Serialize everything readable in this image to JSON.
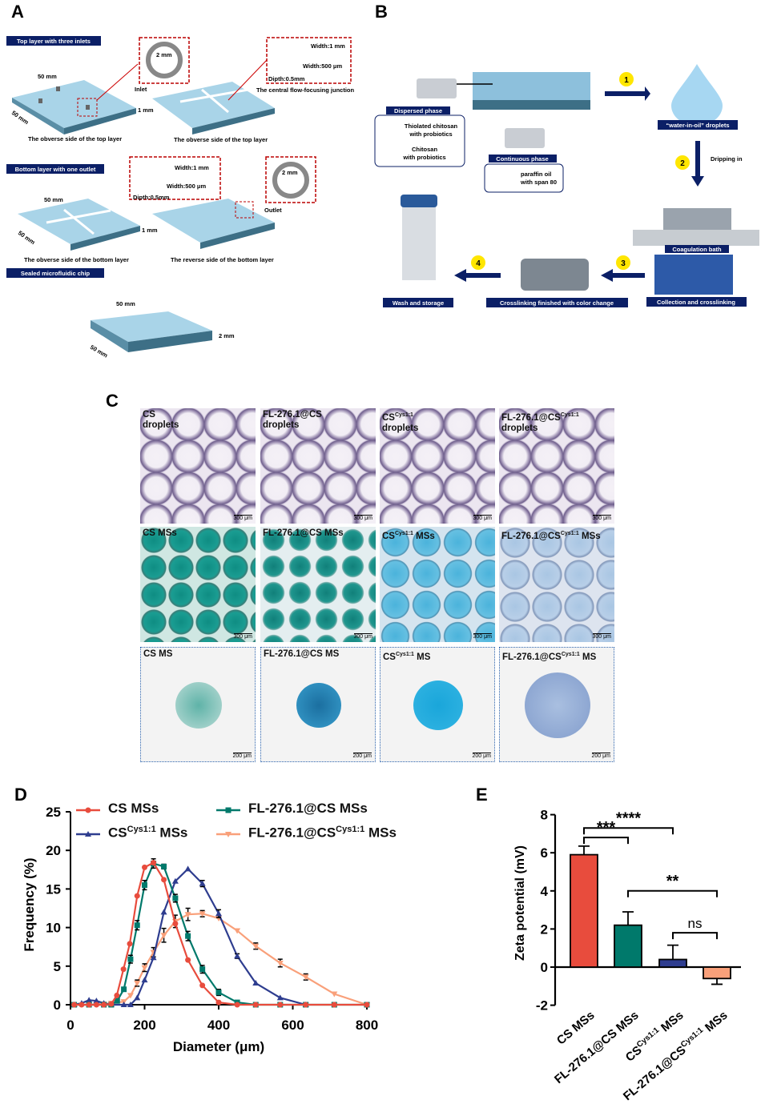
{
  "panels": {
    "a": "A",
    "b": "B",
    "c": "C",
    "d": "D",
    "e": "E"
  },
  "panel_a": {
    "top_layer_title": "Top layer with three inlets",
    "bottom_layer_title": "Bottom layer with one outlet",
    "sealed_title": "Sealed microfluidic chip",
    "dim_50": "50 mm",
    "dim_1": "1 mm",
    "dim_2mm": "2 mm",
    "inlet": "Inlet",
    "outlet": "Outlet",
    "width_1": "Width:1 mm",
    "width_500": "Width:500 μm",
    "depth": "Dipth:0.5mm",
    "junction": "The central flow-focusing  junction",
    "cap_top1": "The obverse side of the top layer",
    "cap_top2": "The obverse side of the top layer",
    "cap_bot1": "The obverse side of the bottom layer",
    "cap_bot2": "The reverse side of the bottom layer"
  },
  "panel_b": {
    "dispersed": "Dispersed phase",
    "thiolated_1": "Thiolated chitosan",
    "thiolated_2": "with probiotics",
    "chitosan_1": "Chitosan",
    "chitosan_2": "with probiotics",
    "continuous": "Continuous phase",
    "paraffin_1": "paraffin oil",
    "paraffin_2": "with span 80",
    "droplets": "“water-in-oil” droplets",
    "dripping": "Dripping in",
    "coag": "Coagulation bath",
    "collection": "Collection and crosslinking",
    "crosslink": "Crosslinking finished with color change",
    "wash": "Wash and storage",
    "steps": [
      "1",
      "2",
      "3",
      "4"
    ]
  },
  "panel_c": {
    "rows": [
      [
        {
          "t": "CS",
          "s": "",
          "t2": "droplets"
        },
        {
          "t": "FL-276.1@CS",
          "s": "",
          "t2": "droplets"
        },
        {
          "t": "CS",
          "s": "Cys1:1",
          "t2": "droplets"
        },
        {
          "t": "FL-276.1@CS",
          "s": "Cys1:1",
          "t2": "droplets"
        }
      ],
      [
        {
          "t": "CS MSs",
          "s": "",
          "t3": ""
        },
        {
          "t": "FL-276.1@CS MSs",
          "s": "",
          "t3": ""
        },
        {
          "t": "CS",
          "s": "Cys1:1",
          "t3": " MSs"
        },
        {
          "t": "FL-276.1@CS",
          "s": "Cys1:1",
          "t3": " MSs"
        }
      ],
      [
        {
          "t": "CS MS",
          "s": "",
          "t3": ""
        },
        {
          "t": "FL-276.1@CS MS",
          "s": "",
          "t3": ""
        },
        {
          "t": "CS",
          "s": "Cys1:1",
          "t3": " MS"
        },
        {
          "t": "FL-276.1@CS",
          "s": "Cys1:1",
          "t3": " MS"
        }
      ]
    ],
    "scale_300": "300 μm",
    "scale_200": "200 μm"
  },
  "colors": {
    "red": "#e84c3d",
    "teal": "#00796b",
    "navy": "#2e3d8f",
    "salmon": "#f9a07a",
    "banner": "#0b1f66"
  },
  "chart_data": [
    {
      "type": "line",
      "title": "",
      "xlabel": "Diameter (μm)",
      "ylabel": "Frequency (%)",
      "xlim": [
        0,
        800
      ],
      "ylim": [
        0,
        25
      ],
      "xticks": [
        "0",
        "200",
        "400",
        "600",
        "800"
      ],
      "yticks": [
        "0",
        "5",
        "10",
        "15",
        "20",
        "25"
      ],
      "legend": "top",
      "series": [
        {
          "name": "CS MSs",
          "sup": "",
          "suffix": "",
          "color": "#e84c3d",
          "marker": "circle",
          "x": [
            10,
            30,
            50,
            70,
            90,
            110,
            125,
            143,
            160,
            180,
            200,
            224,
            252,
            283,
            317,
            356,
            400,
            450,
            500,
            566,
            635,
            712,
            800
          ],
          "y": [
            0,
            0,
            0,
            0,
            0,
            0.1,
            1.2,
            4.6,
            7.9,
            14.1,
            17.8,
            18.4,
            16.2,
            10.5,
            5.8,
            2.5,
            0.3,
            0,
            0,
            0,
            0,
            0,
            0
          ]
        },
        {
          "name": "FL-276.1@CS MSs",
          "sup": "",
          "suffix": "",
          "color": "#00796b",
          "marker": "square",
          "x": [
            10,
            50,
            90,
            110,
            126,
            144,
            162,
            180,
            200,
            224,
            252,
            283,
            317,
            356,
            400,
            450,
            500,
            566,
            635,
            712,
            800
          ],
          "y": [
            0,
            0,
            0,
            0,
            0.5,
            2,
            5.9,
            10.3,
            15.5,
            18.3,
            17.9,
            13.8,
            8.9,
            4.6,
            1.6,
            0.3,
            0,
            0,
            0,
            0,
            0
          ],
          "err": [
            0,
            0,
            0,
            0,
            0,
            0,
            0.5,
            0.6,
            0.6,
            0.6,
            0.3,
            0.5,
            0.6,
            0.5,
            0.4,
            0,
            0,
            0,
            0,
            0,
            0
          ]
        },
        {
          "name": "CS",
          "sup": "Cys1:1",
          "suffix": " MSs",
          "color": "#2e3d8f",
          "marker": "triangle",
          "x": [
            10,
            30,
            50,
            70,
            90,
            110,
            144,
            162,
            180,
            200,
            224,
            252,
            283,
            317,
            356,
            400,
            450,
            500,
            566,
            635
          ],
          "y": [
            0,
            0.2,
            0.6,
            0.5,
            0.2,
            0,
            0,
            0,
            0.9,
            3.2,
            6.1,
            12,
            16,
            17.6,
            15.7,
            11.8,
            6.3,
            2.8,
            0.9,
            0
          ],
          "err": [
            0,
            0,
            0,
            0,
            0,
            0,
            0,
            0,
            0,
            0,
            0,
            0,
            0,
            0,
            0.4,
            0.5,
            0.3,
            0,
            0,
            0
          ]
        },
        {
          "name": "FL-276.1@CS",
          "sup": "Cys1:1",
          "suffix": " MSs",
          "color": "#f9a07a",
          "marker": "triangle-down",
          "x": [
            50,
            90,
            110,
            144,
            162,
            180,
            200,
            224,
            252,
            283,
            317,
            356,
            400,
            450,
            500,
            566,
            635,
            712,
            800
          ],
          "y": [
            0,
            0.1,
            0.2,
            0.4,
            1.2,
            2.8,
            4.8,
            6.8,
            9,
            10.8,
            11.7,
            11.8,
            11.2,
            9.6,
            7.6,
            5.4,
            3.6,
            1.4,
            0
          ],
          "err": [
            0,
            0,
            0,
            0,
            0,
            0.4,
            0.5,
            0.6,
            0.9,
            0.8,
            0.8,
            0.4,
            0,
            0,
            0.4,
            0.5,
            0.4,
            0,
            0
          ]
        }
      ]
    },
    {
      "type": "bar",
      "title": "",
      "ylabel": "Zeta potential (mV)",
      "ylim": [
        -2,
        8
      ],
      "yticks": [
        "-2",
        "0",
        "2",
        "4",
        "6",
        "8"
      ],
      "categories": [
        {
          "t": "CS MSs",
          "s": "",
          "t3": ""
        },
        {
          "t": "FL-276.1@CS MSs",
          "s": "",
          "t3": ""
        },
        {
          "t": "CS",
          "s": "Cys1:1",
          "t3": " MSs"
        },
        {
          "t": "FL-276.1@CS",
          "s": "Cys1:1",
          "t3": " MSs"
        }
      ],
      "values": [
        5.9,
        2.2,
        0.4,
        -0.6
      ],
      "errors": [
        0.45,
        0.7,
        0.75,
        0.3
      ],
      "colors": [
        "#e84c3d",
        "#00796b",
        "#2e3d8f",
        "#f9a07a"
      ],
      "significance": [
        {
          "pair": [
            0,
            2
          ],
          "label": "****"
        },
        {
          "pair": [
            0,
            1
          ],
          "label": "***"
        },
        {
          "pair": [
            1,
            3
          ],
          "label": "**"
        },
        {
          "pair": [
            2,
            3
          ],
          "label": "ns"
        }
      ]
    }
  ]
}
